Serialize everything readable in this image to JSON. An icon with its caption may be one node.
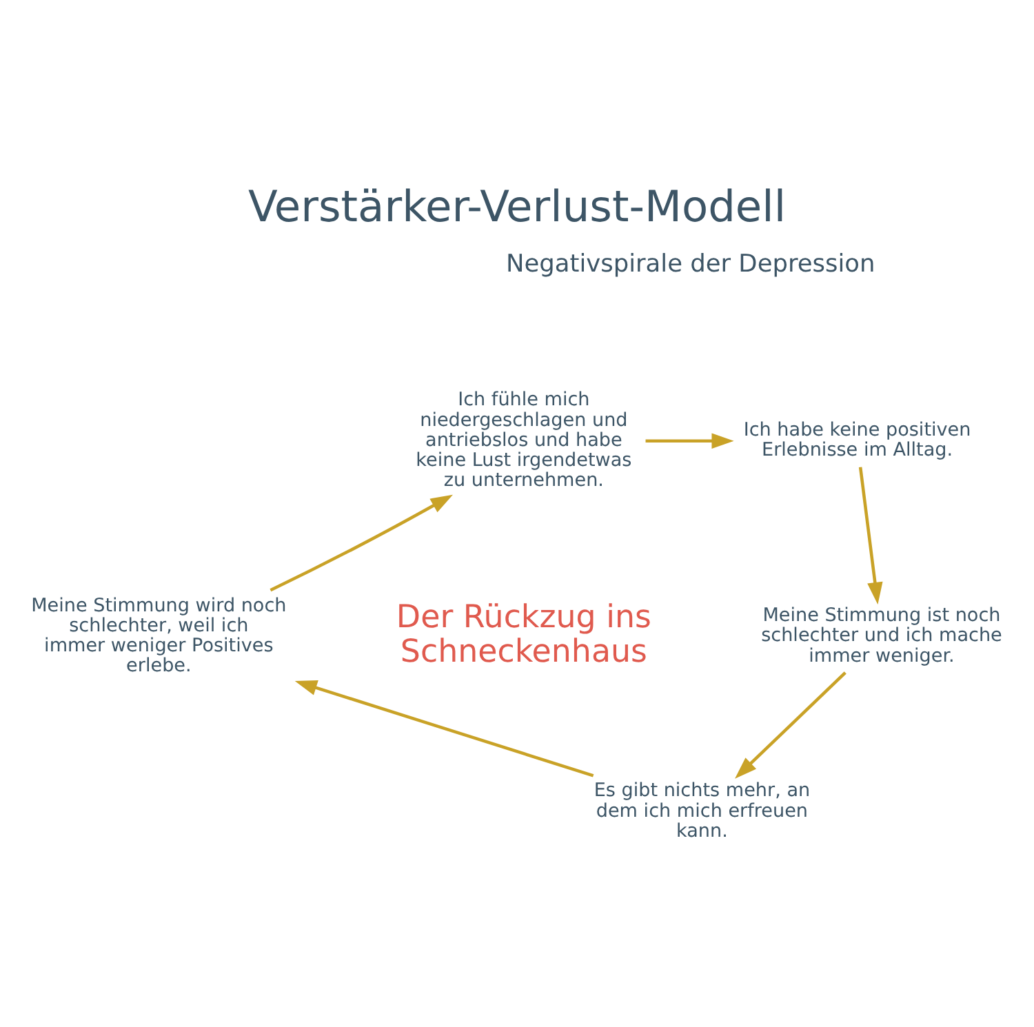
{
  "diagram": {
    "title": "Verstärker-Verlust-Modell",
    "nodes": [
      {
        "text": [
          "Ich fühle mich niedergeschlagen und antriebslos und habe keine Lust irgendetwas zu unternehmen."
        ]
      },
      {
        "text": [
          "Ich habe keine positiven Erlebnisse im Alltag."
        ]
      },
      {
        "text": [
          "Meine Stimmung ist noch schlechter und ich mache immer weniger."
        ]
      },
      {
        "text": [
          "Es gibt nichts mehr, an dem ich mich erfreuen kann."
        ]
      },
      {
        "text": [
          "Meine Stimmung wird noch schlechter, weil ich immer weniger Positives erlebe."
        ]
      }
    ],
    "edges": [
      {
        "from": 0,
        "to": 1,
        "arrow": "to"
      },
      {
        "from": 1,
        "to": 2,
        "arrow": "to"
      },
      {
        "from": 2,
        "to": 3,
        "arrow": "to"
      },
      {
        "from": 3,
        "to": 4,
        "arrow": "to"
      },
      {
        "from": 4,
        "to": 0,
        "arrow": "to"
      }
    ],
    "labels": [
      "Negativspirale der Depression",
      "Der Rückzug ins Schneckenhaus"
    ]
  }
}
